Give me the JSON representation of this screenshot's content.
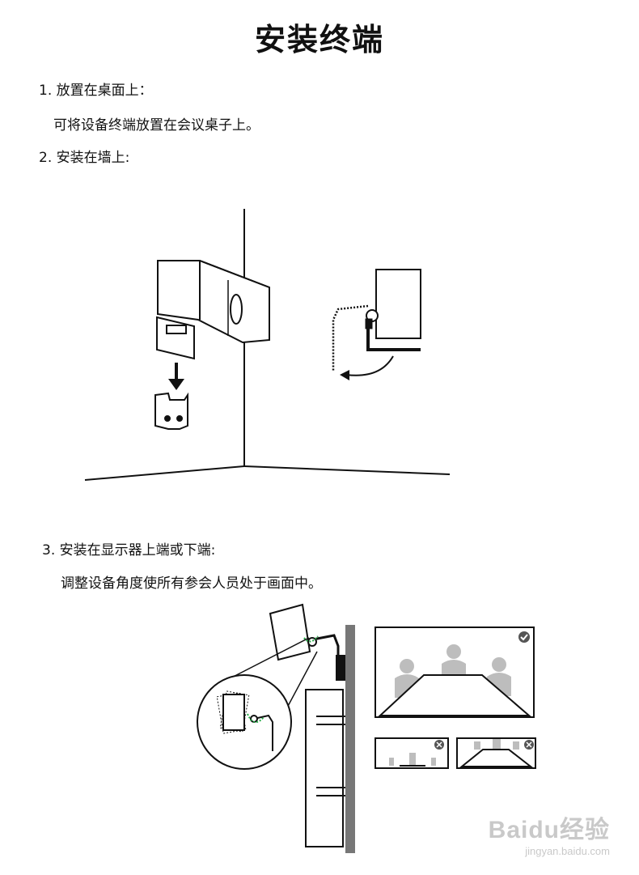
{
  "title": "安装终端",
  "sections": [
    {
      "heading": "1. 放置在桌面上：",
      "body": "可将设备终端放置在会议桌子上。"
    },
    {
      "heading": "2. 安装在墙上:"
    },
    {
      "heading": "3. 安装在显示器上端或下端:",
      "body": "调整设备角度使所有参会人员处于画面中。"
    }
  ],
  "icons": {
    "wall_arrow": "down-arrow-icon",
    "rotate_arrow": "curved-arrow-icon",
    "ok_badge": "check-circle-icon",
    "bad_badge": "x-circle-icon"
  },
  "watermark": {
    "brand": "Baidu经验",
    "url": "jingyan.baidu.com"
  }
}
